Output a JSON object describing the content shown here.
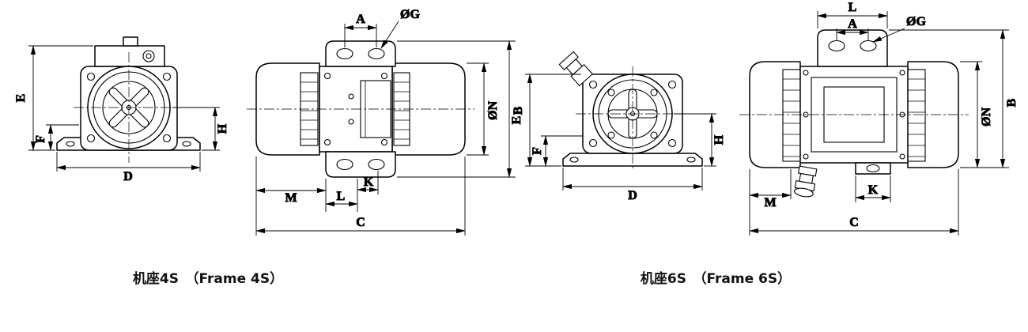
{
  "colors": {
    "line": "#000000",
    "background": "#ffffff"
  },
  "captions": {
    "frame4s": "机座4S　（Frame 4S）",
    "frame6s": "机座6S　（Frame 6S）"
  },
  "dims": {
    "A": "A",
    "B": "B",
    "C": "C",
    "D": "D",
    "E": "E",
    "F": "F",
    "H": "H",
    "K": "K",
    "L": "L",
    "M": "M",
    "diaG": "ØG",
    "diaN": "ØN"
  }
}
